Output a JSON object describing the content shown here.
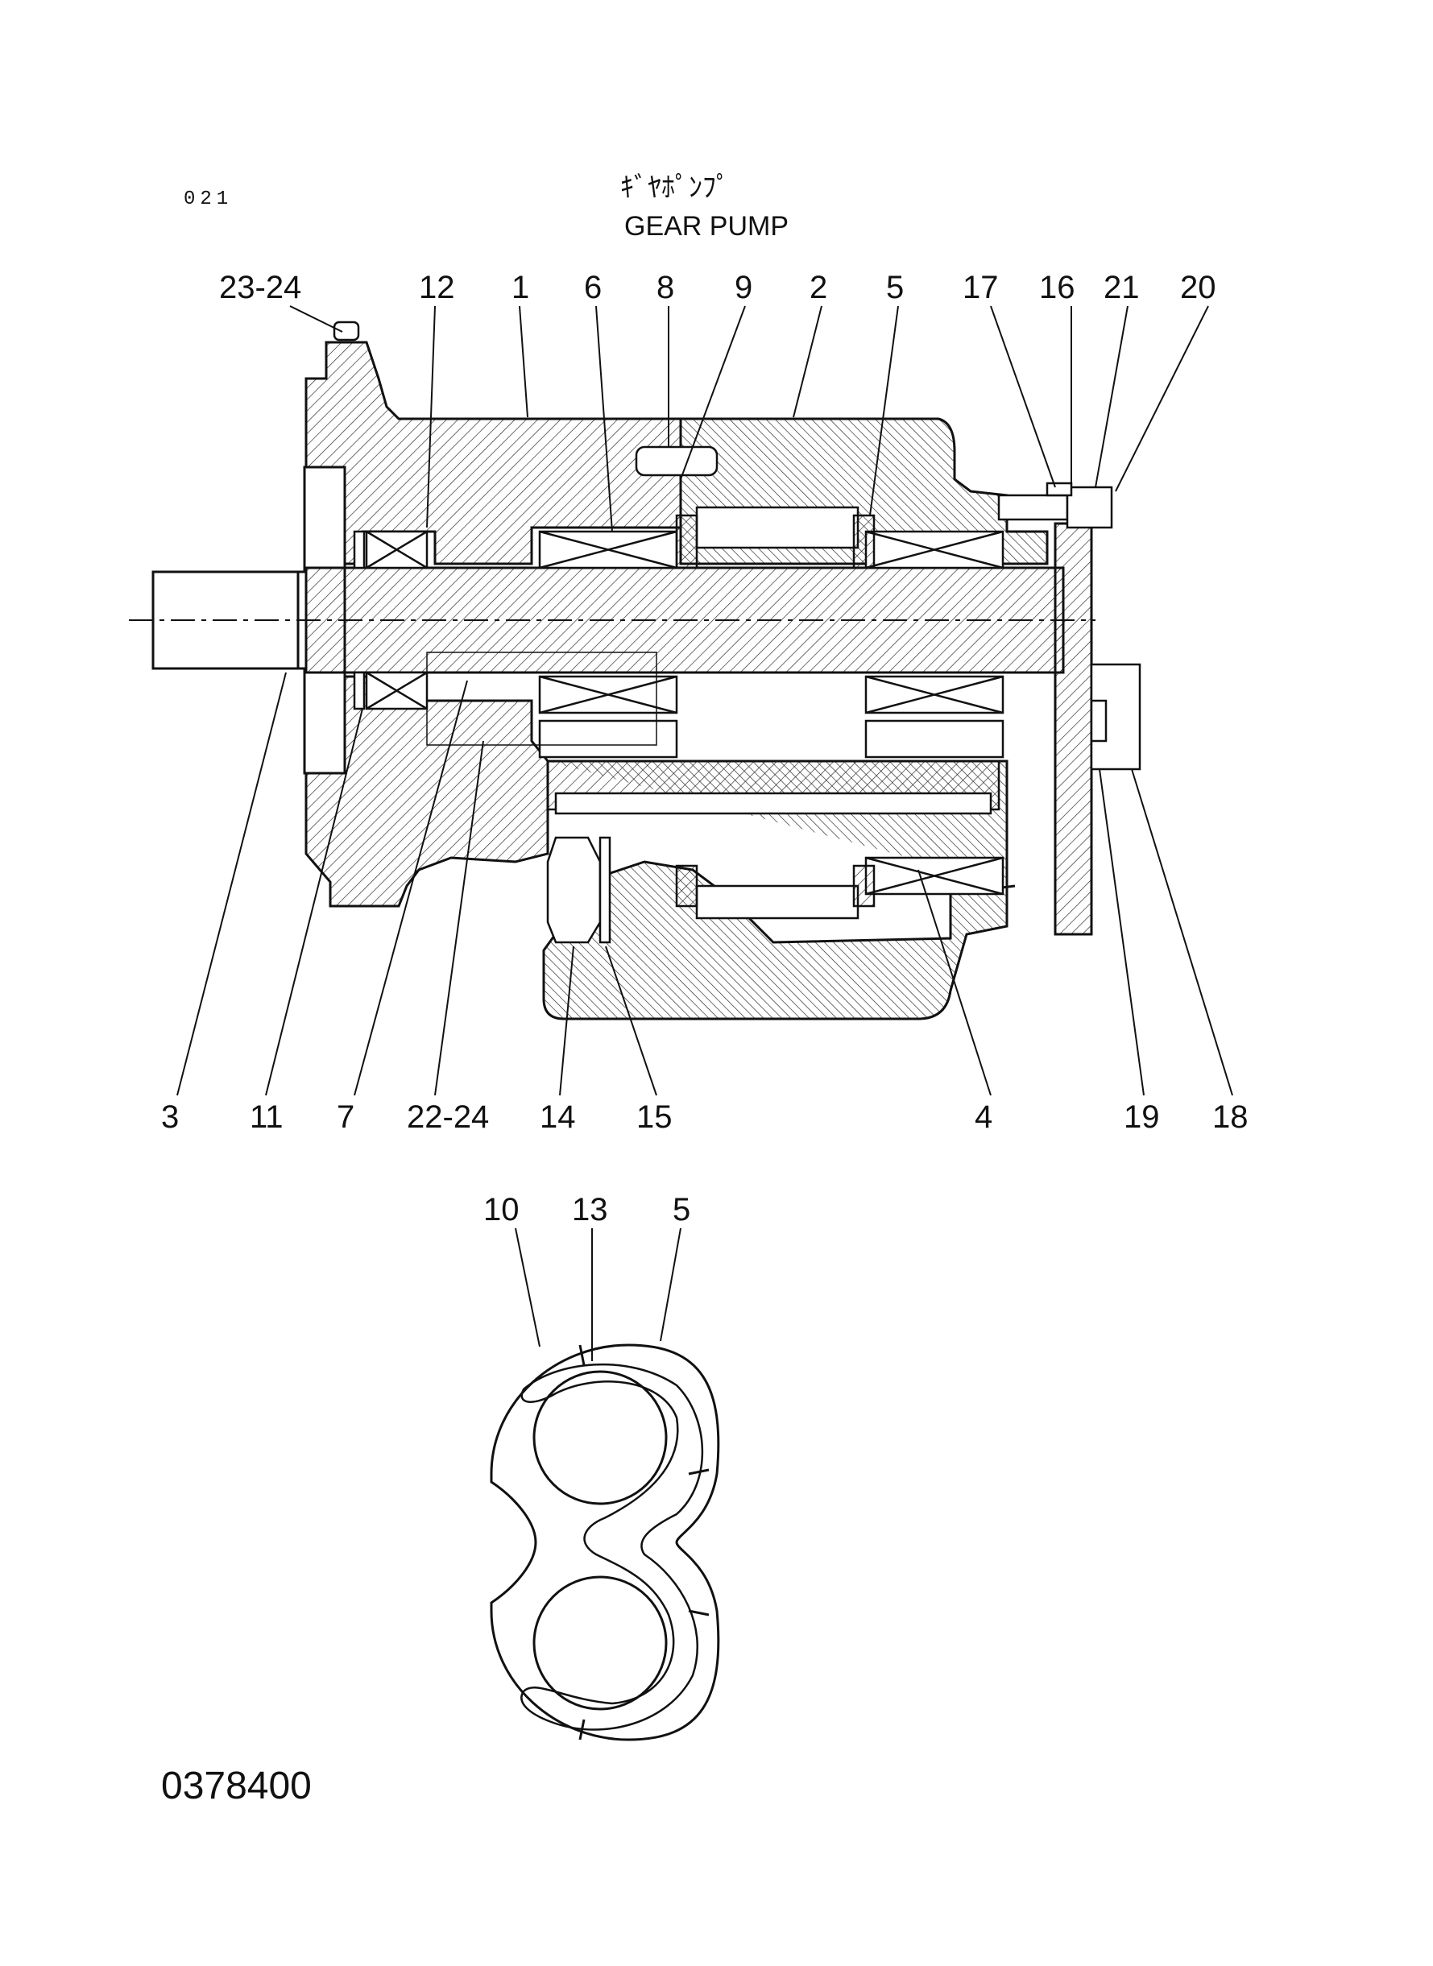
{
  "page_code": "021",
  "title_jp": "ｷﾞﾔﾎﾟﾝﾌﾟ",
  "title_en": "GEAR PUMP",
  "doc_number": "0378400",
  "callouts_top": [
    "23-24",
    "12",
    "1",
    "6",
    "8",
    "9",
    "2",
    "5",
    "17",
    "16",
    "21",
    "20"
  ],
  "callouts_bottom": [
    "3",
    "11",
    "7",
    "22-24",
    "14",
    "15",
    "4",
    "19",
    "18"
  ],
  "callouts_detail": [
    "10",
    "13",
    "5"
  ],
  "colors": {
    "ink": "#111111",
    "paper": "#ffffff"
  }
}
